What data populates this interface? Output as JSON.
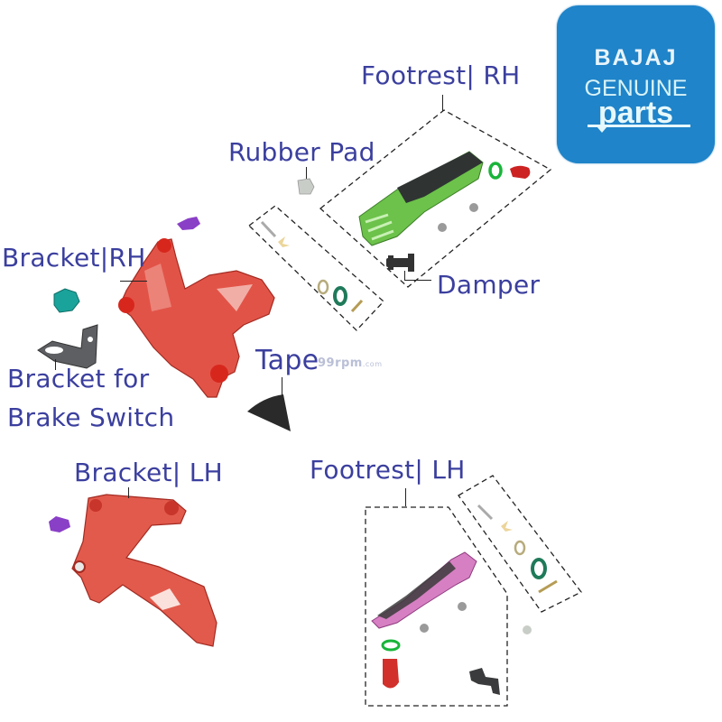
{
  "logo": {
    "brand": "BAJAJ",
    "line2": "GENUINE",
    "line3": "parts",
    "background_color": "#1f84c9"
  },
  "watermark": {
    "text": "99rpm",
    "suffix": ".com"
  },
  "labels": {
    "footrest_rh": "Footrest| RH",
    "rubber_pad": "Rubber Pad",
    "bracket_rh": "Bracket|RH",
    "damper": "Damper",
    "tape": "Tape",
    "bracket_brake_switch_line1": "Bracket for",
    "bracket_brake_switch_line2": "Brake Switch",
    "bracket_lh": "Bracket| LH",
    "footrest_lh": "Footrest| LH"
  },
  "colors": {
    "label_text": "#3b3f9e",
    "bracket_red": "#e0473c",
    "footrest_rh_green": "#6cc24a",
    "footrest_lh_pink": "#d77fc3",
    "bolt_purple": "#8a3fc7",
    "bolt_teal": "#1aa39a",
    "washer_green": "#1f8a5a"
  }
}
